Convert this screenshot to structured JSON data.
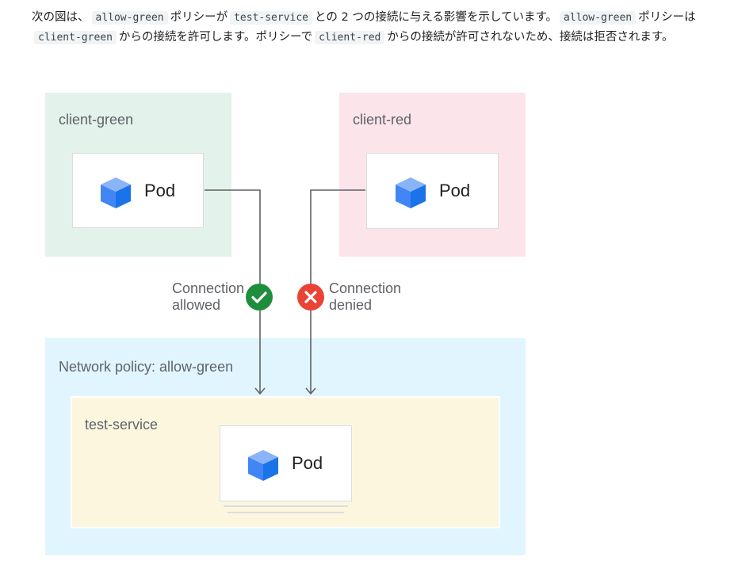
{
  "intro": {
    "t1": "次の図は、",
    "c1": "allow-green",
    "t2": "ポリシーが",
    "c2": "test-service",
    "t3": "との 2 つの接続に与える影響を示しています。",
    "c3": "allow-green",
    "t4": "ポリシーは",
    "c4": "client-green",
    "t5": "からの接続を許可します。ポリシーで",
    "c5": "client-red",
    "t6": "からの接続が許可されないため、接続は拒否されます。"
  },
  "zones": {
    "client_green": {
      "label": "client-green",
      "color": "#e3f2ea"
    },
    "client_red": {
      "label": "client-red",
      "color": "#fbe4ea"
    },
    "network_policy": {
      "label": "Network policy: allow-green",
      "color": "#e1f5fe"
    },
    "test_service": {
      "label": "test-service",
      "color": "#fdf6df",
      "border": "#ffffff"
    }
  },
  "pods": {
    "green": {
      "label": "Pod"
    },
    "red": {
      "label": "Pod"
    },
    "service": {
      "label": "Pod"
    }
  },
  "connections": {
    "allowed": {
      "line1": "Connection",
      "line2": "allowed",
      "color": "#1e8e3e",
      "icon": "check-icon"
    },
    "denied": {
      "line1": "Connection",
      "line2": "denied",
      "color": "#ea4335",
      "icon": "close-icon"
    }
  },
  "colors": {
    "line": "#5f6368",
    "cube_light": "#8ab4f8",
    "cube_mid": "#4285f4",
    "cube_dark": "#1a73e8"
  }
}
